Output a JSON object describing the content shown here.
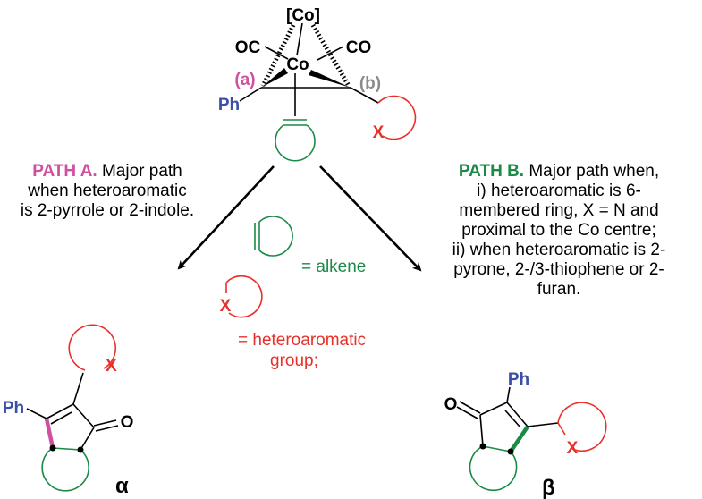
{
  "complex": {
    "co_top": "[Co]",
    "co_center": "Co",
    "oc_left": "OC",
    "co_right": "CO",
    "label_a": "(a)",
    "label_b": "(b)",
    "ph": "Ph",
    "x": "X"
  },
  "path_a": {
    "title": "PATH A.",
    "lines": [
      "Major path",
      "when heteroaromatic",
      "is 2-pyrrole or 2-indole."
    ]
  },
  "path_b": {
    "title": "PATH B.",
    "lines": [
      "Major path when,",
      "i) heteroaromatic is 6-",
      "membered ring, X = N and",
      "proximal to the Co centre;",
      "ii) when heteroaromatic is 2-",
      "pyrone, 2-/3-thiophene or 2-",
      "furan."
    ]
  },
  "legend": {
    "alkene": "= alkene",
    "hetero_x": "X",
    "hetero_line1": "= heteroaromatic",
    "hetero_line2": "group;"
  },
  "product_alpha": {
    "ph": "Ph",
    "o": "O",
    "x": "X",
    "label": "α"
  },
  "product_beta": {
    "ph": "Ph",
    "o": "O",
    "x": "X",
    "label": "β"
  },
  "colors": {
    "pink": "#d050a0",
    "blue": "#3a4fa8",
    "gray": "#8c8c8c",
    "green": "#1a8a46",
    "red": "#e8302a",
    "black": "#000000"
  }
}
